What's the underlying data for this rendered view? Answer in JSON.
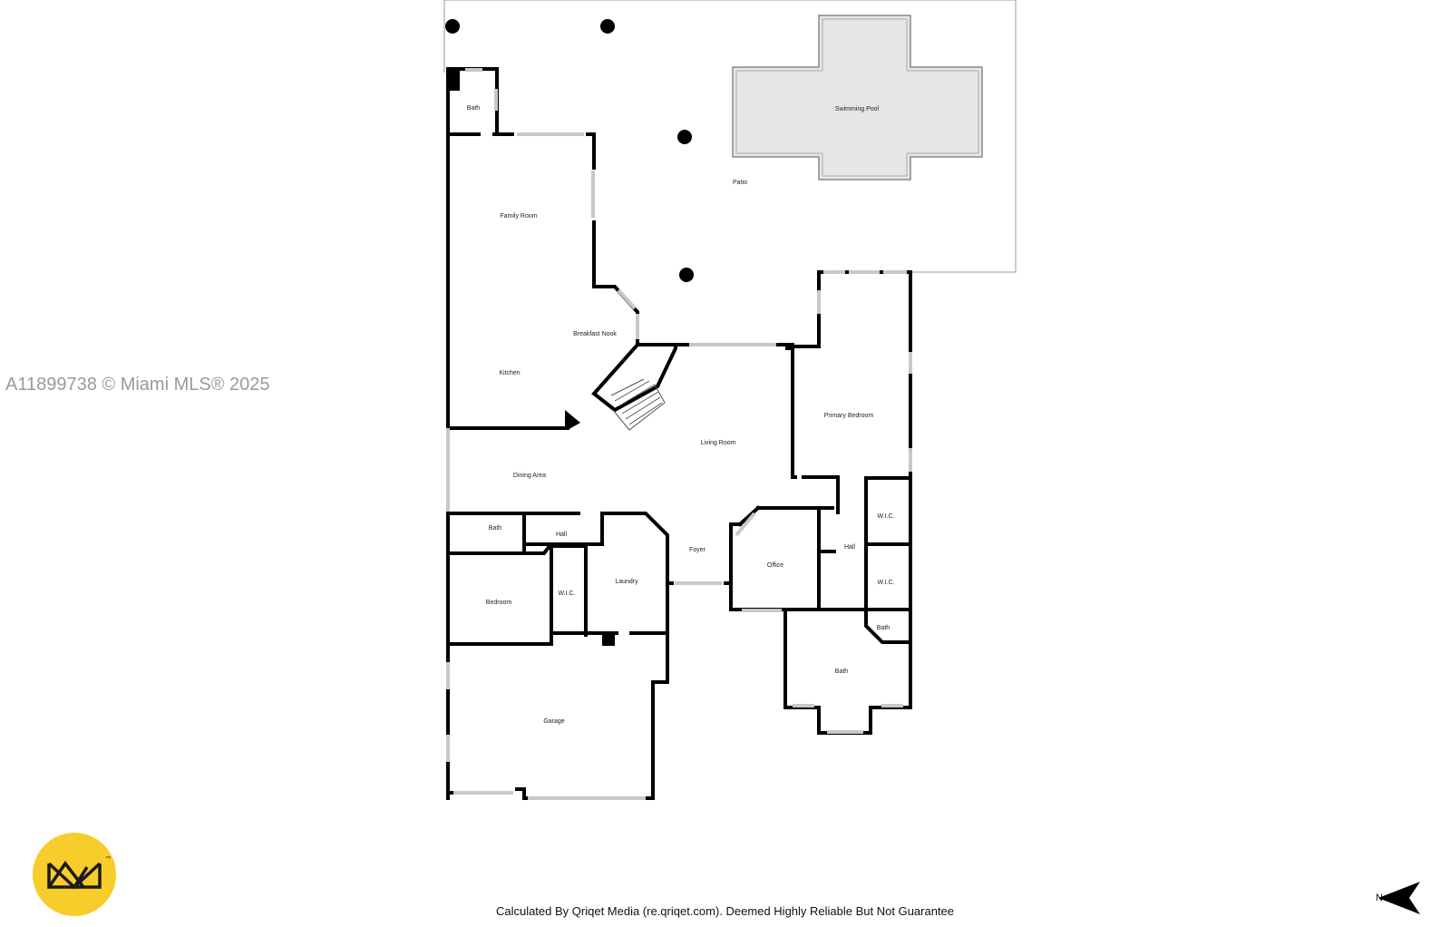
{
  "watermark": "A11899738 © Miami MLS® 2025",
  "disclaimer": "Calculated By Qriqet Media (re.qriqet.com). Deemed Highly Reliable But Not Guarantee",
  "compass": {
    "letter": "N",
    "icon": "north-arrow-icon"
  },
  "logo": {
    "icon": "qriqet-logo-icon",
    "color": "#f6cd2a"
  },
  "colors": {
    "walls": "#000000",
    "pool": "#e6e6e6",
    "windows": "#c8c8c8"
  },
  "rooms": {
    "swimming_pool": "Swimming Pool",
    "patio": "Patio",
    "bath_top": "Bath",
    "family_room": "Family Room",
    "breakfast_nook": "Breakfast Nook",
    "kitchen": "Kitchen",
    "primary_bedroom": "Primary Bedroom",
    "living_room": "Living Room",
    "dining_area": "Dining Area",
    "bath_hall": "Bath",
    "hall_left": "Hall",
    "foyer": "Foyer",
    "office": "Office",
    "hall_right": "Hall",
    "wic_right_top": "W.I.C.",
    "wic_right_bottom": "W.I.C.",
    "bedroom": "Bedroom",
    "wic_left": "W.I.C.",
    "laundry": "Laundry",
    "bath_small": "Bath",
    "bath_primary": "Bath",
    "garage": "Garage"
  }
}
